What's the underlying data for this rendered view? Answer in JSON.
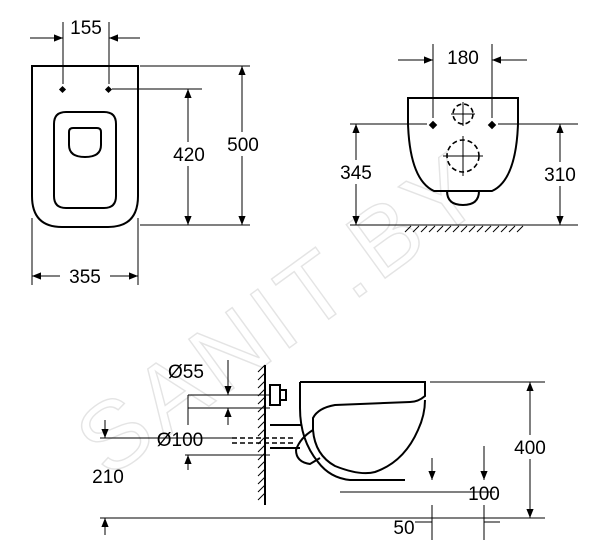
{
  "watermark": "SANIT.BY",
  "top_view": {
    "dim_hole_spacing": "155",
    "dim_hole_depth": "420",
    "dim_length": "500",
    "dim_width": "355"
  },
  "front_view": {
    "dim_hole_spacing": "180",
    "dim_total_height": "345",
    "dim_body_height": "310"
  },
  "side_view": {
    "dim_inlet_diameter": "Ø55",
    "dim_outlet_diameter": "Ø100",
    "dim_outlet_height": "210",
    "dim_height": "400",
    "dim_bottom_gap": "100",
    "dim_wall_gap": "50"
  }
}
